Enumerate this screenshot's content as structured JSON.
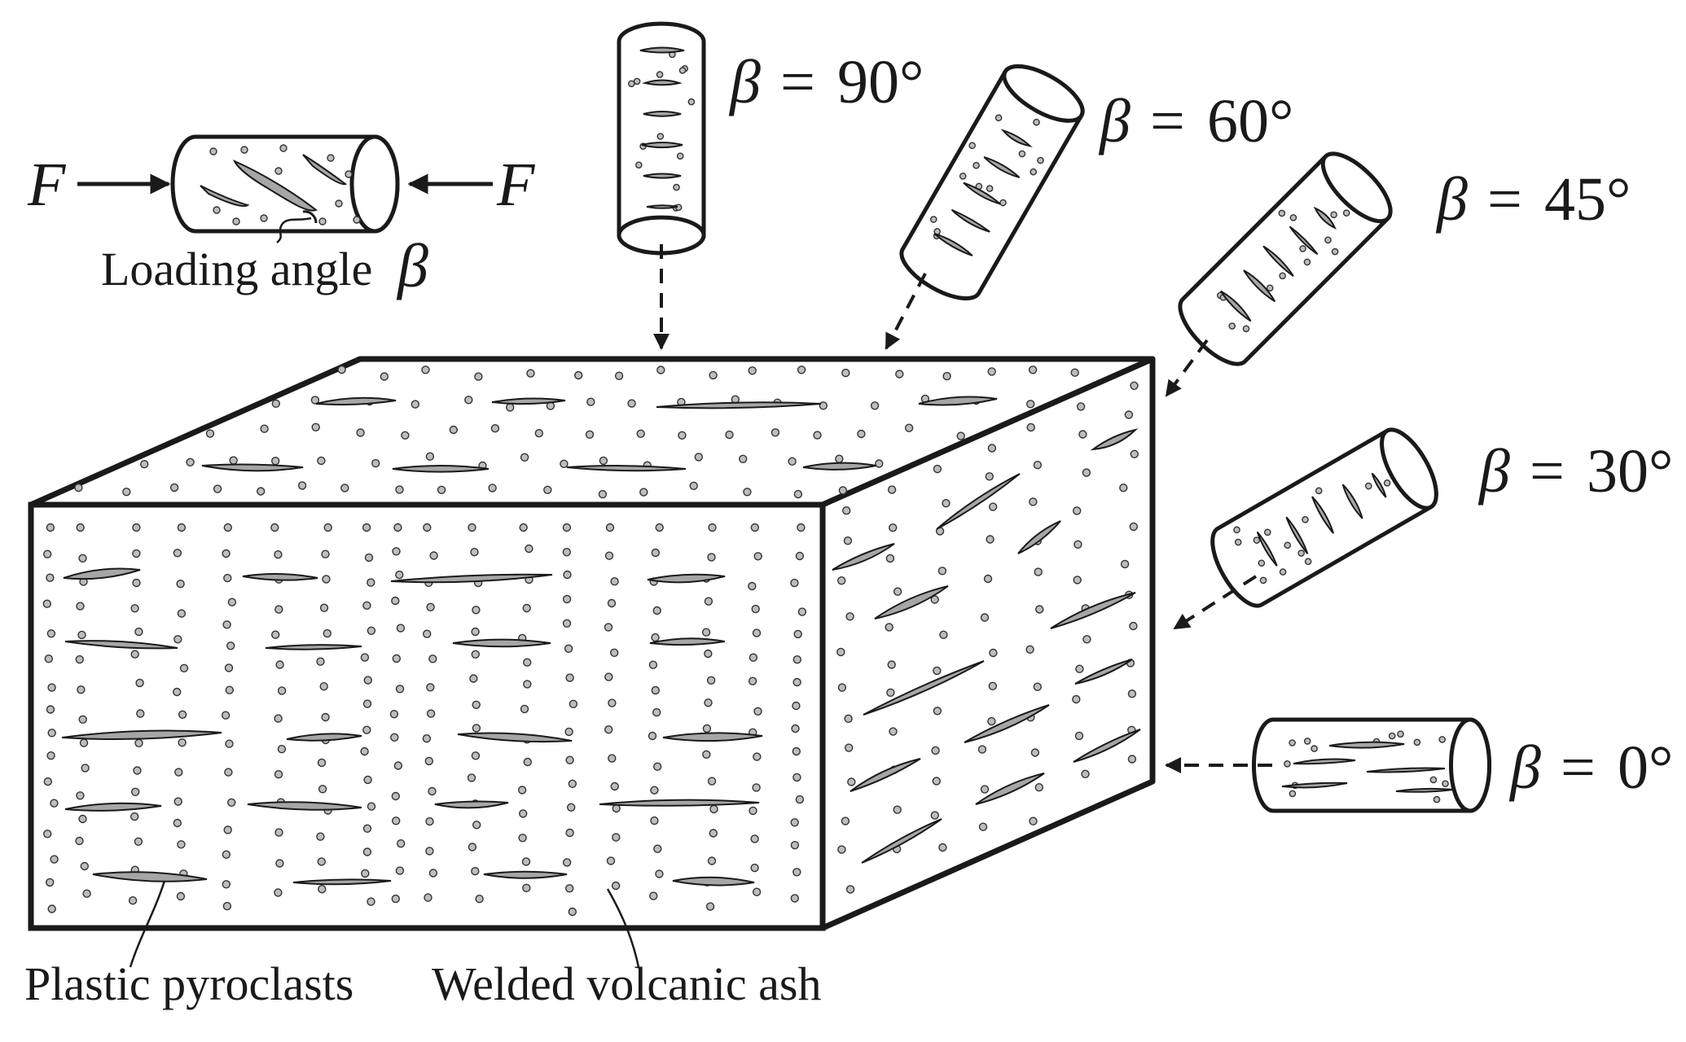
{
  "force": {
    "symbol": "F"
  },
  "loading_angle": {
    "label": "Loading angle",
    "symbol": "β"
  },
  "orientations": [
    {
      "symbol": "β",
      "equals": "=",
      "value": "90°"
    },
    {
      "symbol": "β",
      "equals": "=",
      "value": "60°"
    },
    {
      "symbol": "β",
      "equals": "=",
      "value": "45°"
    },
    {
      "symbol": "β",
      "equals": "=",
      "value": "30°"
    },
    {
      "symbol": "β",
      "equals": "=",
      "value": "0°"
    }
  ],
  "legend": {
    "pyroclasts": "Plastic pyroclasts",
    "ash": "Welded volcanic ash"
  },
  "colors": {
    "ink": "#1a1a1a",
    "clast": "#a6a6a6",
    "ash_dot": "#bdbdbd"
  }
}
